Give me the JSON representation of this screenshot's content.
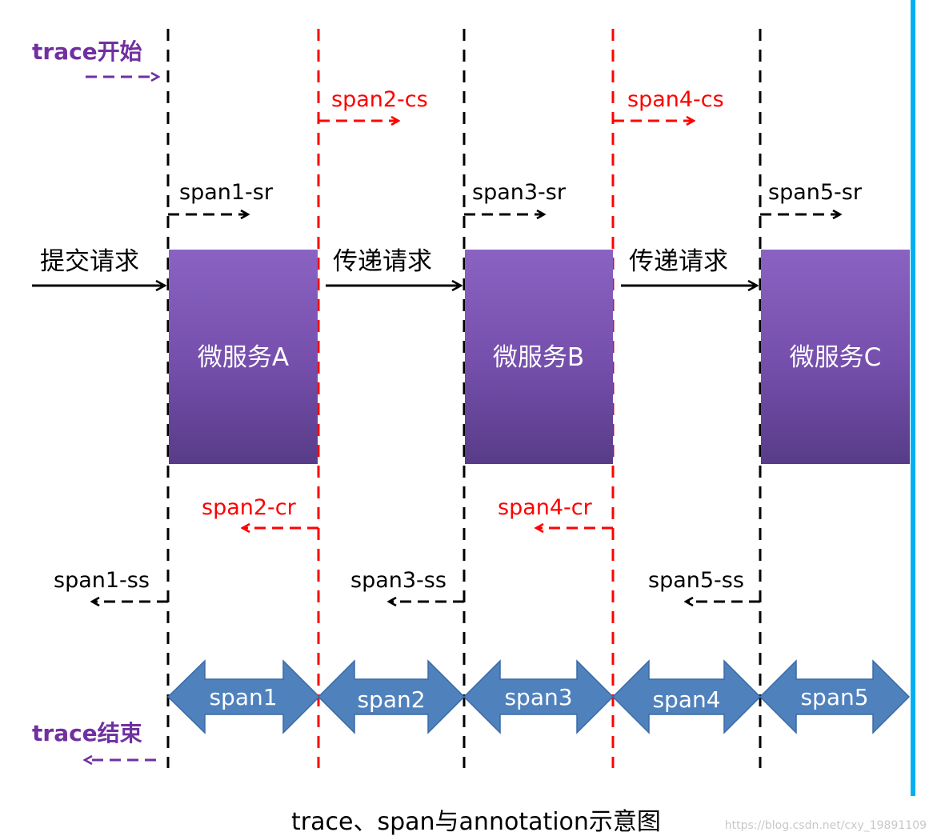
{
  "trace_start": "trace开始",
  "trace_end": "trace结束",
  "client_request": "提交请求",
  "pass_request_1": "传递请求",
  "pass_request_2": "传递请求",
  "services": [
    {
      "label": "微服务A"
    },
    {
      "label": "微服务B"
    },
    {
      "label": "微服务C"
    }
  ],
  "annotations": {
    "span1_sr": "span1-sr",
    "span1_ss": "span1-ss",
    "span2_cs": "span2-cs",
    "span2_cr": "span2-cr",
    "span3_sr": "span3-sr",
    "span3_ss": "span3-ss",
    "span4_cs": "span4-cs",
    "span4_cr": "span4-cr",
    "span5_sr": "span5-sr",
    "span5_ss": "span5-ss"
  },
  "spans": [
    {
      "label": "span1"
    },
    {
      "label": "span2"
    },
    {
      "label": "span3"
    },
    {
      "label": "span4"
    },
    {
      "label": "span5"
    }
  ],
  "caption": "trace、span与annotation示意图",
  "watermark": "https://blog.csdn.net/cxy_19891109",
  "colors": {
    "black": "#000000",
    "red": "#ff0000",
    "purple": "#7030a0",
    "box_top": "#8c63c0",
    "box_bottom": "#5a3d8a",
    "span_arrow": "#4f81bd",
    "span_arrow_stroke": "#3a6aa5",
    "blue_bar": "#00b0f0",
    "watermark": "#c8c8c8"
  }
}
